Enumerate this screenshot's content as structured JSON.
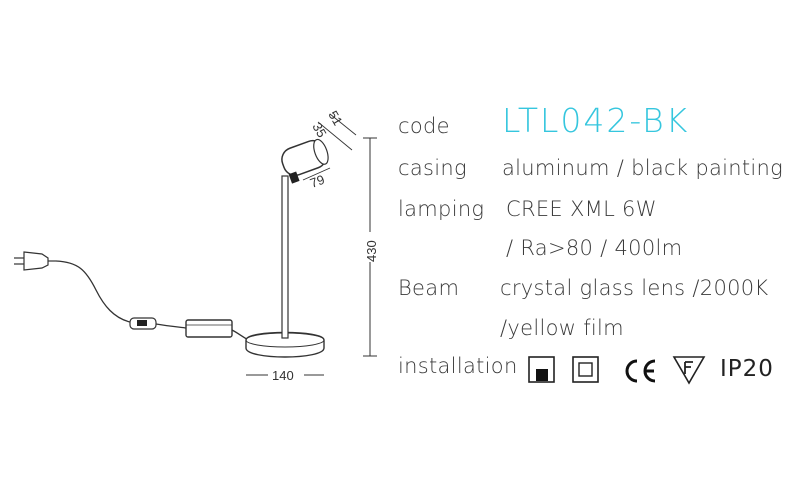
{
  "product": {
    "code_label": "code",
    "code_value": "LTL042-BK",
    "code_color": "#35c6de",
    "casing_label": "casing",
    "casing_value": "aluminum / black painting",
    "lamping_label": "lamping",
    "lamping_value_1": "CREE XML 6W",
    "lamping_value_2": "/ Ra>80  / 400lm",
    "beam_label": "Beam",
    "beam_value_1": "crystal glass lens /2000K",
    "beam_value_2": "/yellow film",
    "installation_label": "installation"
  },
  "dimensions": {
    "head_depth": "51",
    "head_inner": "35",
    "head_width": "79",
    "height": "430",
    "base_width": "140"
  },
  "installation_icons": [
    "surface-mounted-icon",
    "double-insulated-icon",
    "ce-mark-icon",
    "f-mark-icon"
  ],
  "ip_rating": "IP20"
}
